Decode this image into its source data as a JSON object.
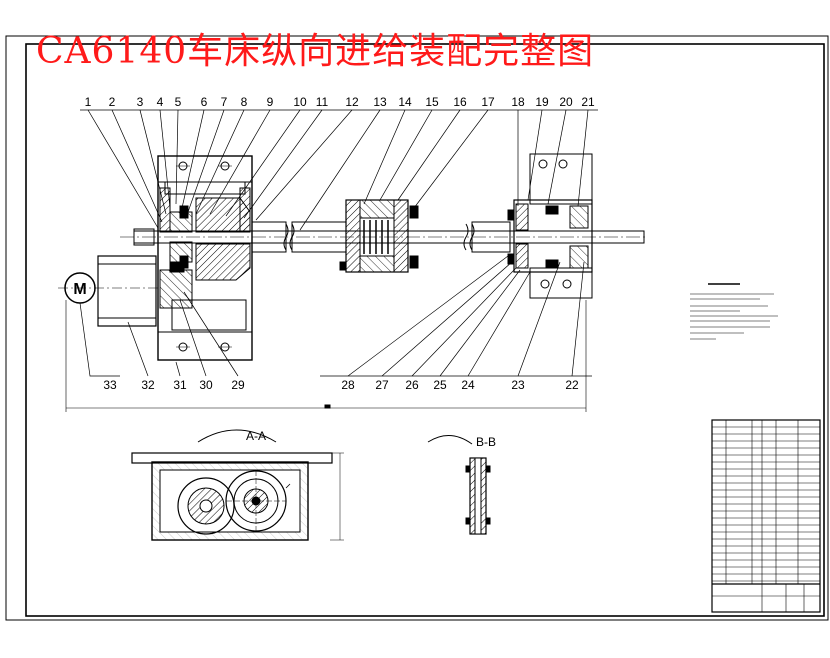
{
  "title": "CA6140车床纵向进给装配完整图",
  "top_labels": [
    "1",
    "2",
    "3",
    "4",
    "5",
    "6",
    "7",
    "8",
    "9",
    "10",
    "11",
    "12",
    "13",
    "14",
    "15",
    "16",
    "17",
    "18",
    "19",
    "20",
    "21"
  ],
  "bottom_labels": [
    "33",
    "32",
    "31",
    "30",
    "29",
    "28",
    "27",
    "26",
    "25",
    "24",
    "23",
    "22"
  ],
  "motor_symbol": "M",
  "section_a_label": "A-A",
  "section_b_label": "B-B",
  "colors": {
    "line": "#000000",
    "title": "#ff1a1a",
    "hatch": "#000000"
  }
}
